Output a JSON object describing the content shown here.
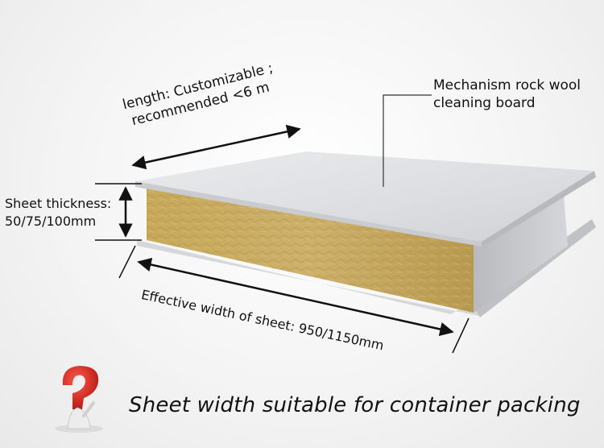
{
  "labels": {
    "mechanism": [
      "Mechanism rock wool",
      "cleaning board"
    ],
    "length": [
      "length: Customizable ;",
      "recommended  <6 m"
    ],
    "thickness": [
      "Sheet thickness:",
      "50/75/100mm"
    ],
    "width": "Effective width of sheet: 950/1150mm"
  },
  "caption": "Sheet width suitable for container packing",
  "icons": {
    "question": "question-mark-person-icon"
  },
  "colors": {
    "steel_top": "#d9dadc",
    "steel_side": "#c4c6c9",
    "rock_wool": "#c9ac5c",
    "question_red": "#d62a22"
  }
}
